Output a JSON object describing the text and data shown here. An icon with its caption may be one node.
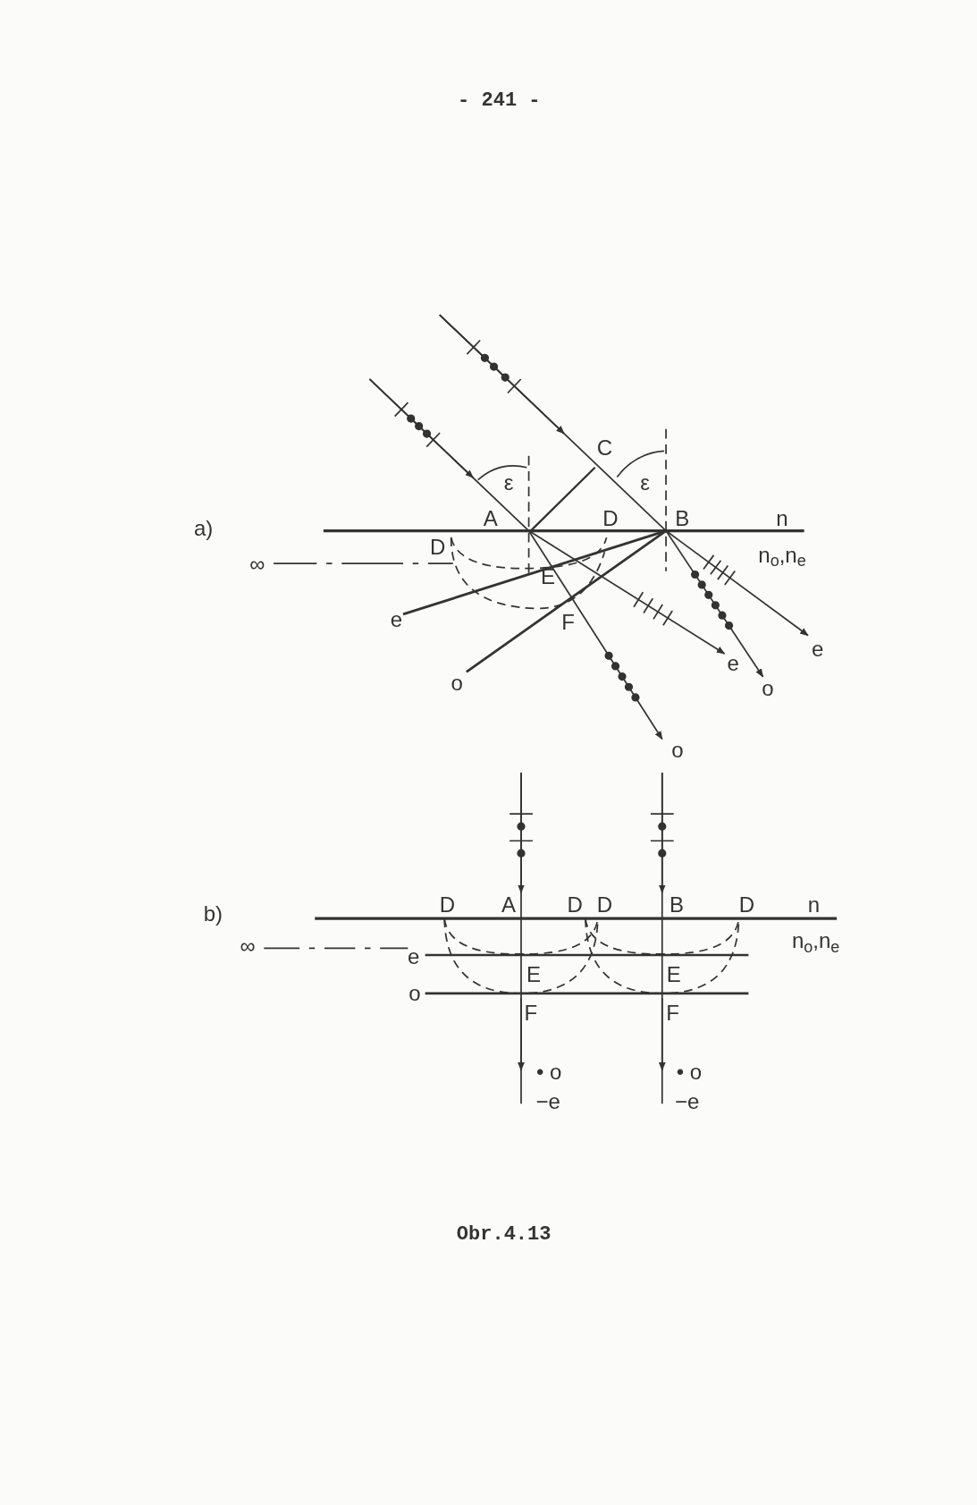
{
  "diagram": {
    "caption": "Obr.4.13",
    "labels": [
      "- 241 -",
      "C",
      "ε",
      "ε",
      "a)",
      "A",
      "D",
      "B",
      "n",
      "D",
      "∞",
      "n$_{o}$,n$_{e}$",
      "E",
      "e",
      "F",
      "e",
      "e",
      "o",
      "o",
      "o",
      "b)",
      "D",
      "A",
      "D",
      "D",
      "B",
      "D",
      "n",
      "∞",
      "n$_{o}$,n$_{e}$",
      "e",
      "E",
      "E",
      "o",
      "F",
      "F",
      "• o",
      "• o",
      "−e",
      "−e"
    ]
  }
}
